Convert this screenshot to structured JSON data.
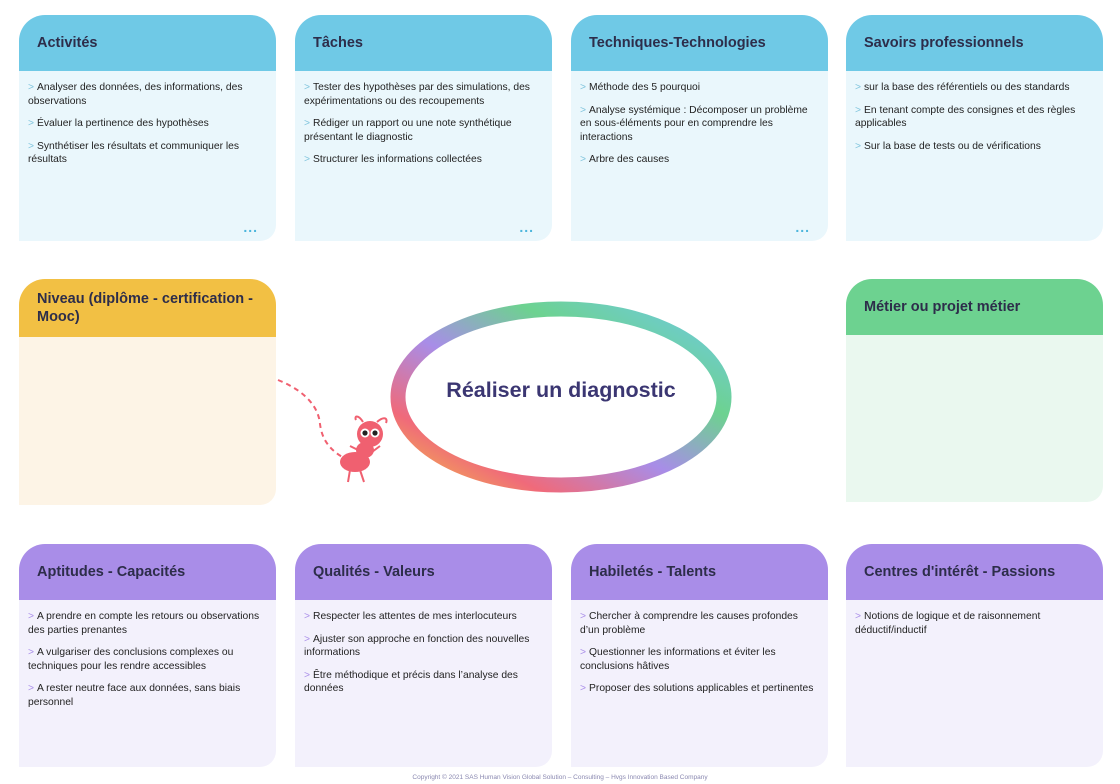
{
  "cards": {
    "activites": {
      "title": "Activités",
      "items": [
        "Analyser des données, des informations, des observations",
        "Évaluer la pertinence des hypothèses",
        "Synthétiser les résultats et communiquer les résultats"
      ],
      "more": "..."
    },
    "taches": {
      "title": "Tâches",
      "items": [
        "Tester des hypothèses par des simulations, des expérimentations ou des recoupements",
        "Rédiger un rapport ou une note synthétique présentant le diagnostic",
        "Structurer les informations collectées"
      ],
      "more": "..."
    },
    "techniques": {
      "title": "Techniques-Technologies",
      "items": [
        "Méthode des 5 pourquoi",
        "Analyse systémique : Décomposer un problème en sous-éléments pour en comprendre les interactions",
        "Arbre des causes"
      ],
      "more": "..."
    },
    "savoirs": {
      "title": "Savoirs professionnels",
      "items": [
        "sur la base des référentiels ou des standards",
        "En tenant compte des consignes et des règles applicables",
        "Sur la base de tests ou de vérifications"
      ]
    },
    "niveau": {
      "title": "Niveau (diplôme - certification - Mooc)"
    },
    "metier": {
      "title": "Métier ou projet métier"
    },
    "aptitudes": {
      "title": "Aptitudes - Capacités",
      "items": [
        "A prendre en compte les retours ou observations des parties prenantes",
        "A vulgariser des conclusions complexes ou techniques pour les rendre accessibles",
        "A rester neutre face aux données, sans biais personnel"
      ]
    },
    "qualites": {
      "title": "Qualités - Valeurs",
      "items": [
        "Respecter les attentes de mes interlocuteurs",
        "Ajuster son approche en fonction des nouvelles informations",
        "Être méthodique et précis dans l’analyse des données"
      ]
    },
    "habiletes": {
      "title": "Habiletés - Talents",
      "items": [
        "Chercher à comprendre les causes profondes d’un problème",
        "Questionner les informations et éviter les conclusions hâtives",
        "Proposer des solutions applicables et pertinentes"
      ]
    },
    "centres": {
      "title": "Centres d'intérêt - Passions",
      "items": [
        "Notions de logique et de raisonnement déductif/inductif"
      ]
    }
  },
  "bullet": ">",
  "center": {
    "title": "Réaliser un diagnostic"
  },
  "footer": "Copyright © 2021 SAS Human Vision Global Solution – Consulting – Hvgs Innovation Based Company",
  "colors": {
    "blue": "#6fc9e6",
    "purple": "#a98de8",
    "yellow": "#f2c044",
    "green": "#6dd290",
    "title_text": "#3b3672"
  },
  "icons": {
    "mascot": "ant-mascot-icon",
    "ring": "gradient-ring"
  }
}
